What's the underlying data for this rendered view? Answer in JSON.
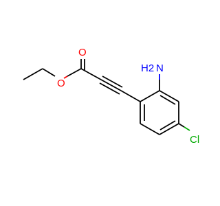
{
  "molecule": {
    "atoms": {
      "carbonyl_oxygen": "O",
      "ester_oxygen": "O",
      "amine_n": "N",
      "amine_h2": "H2",
      "chlorine": "Cl"
    },
    "colors": {
      "bond": "#000000",
      "oxygen": "#ff0000",
      "nitrogen": "#0000ff",
      "chlorine": "#00aa00",
      "background": "#ffffff"
    }
  }
}
